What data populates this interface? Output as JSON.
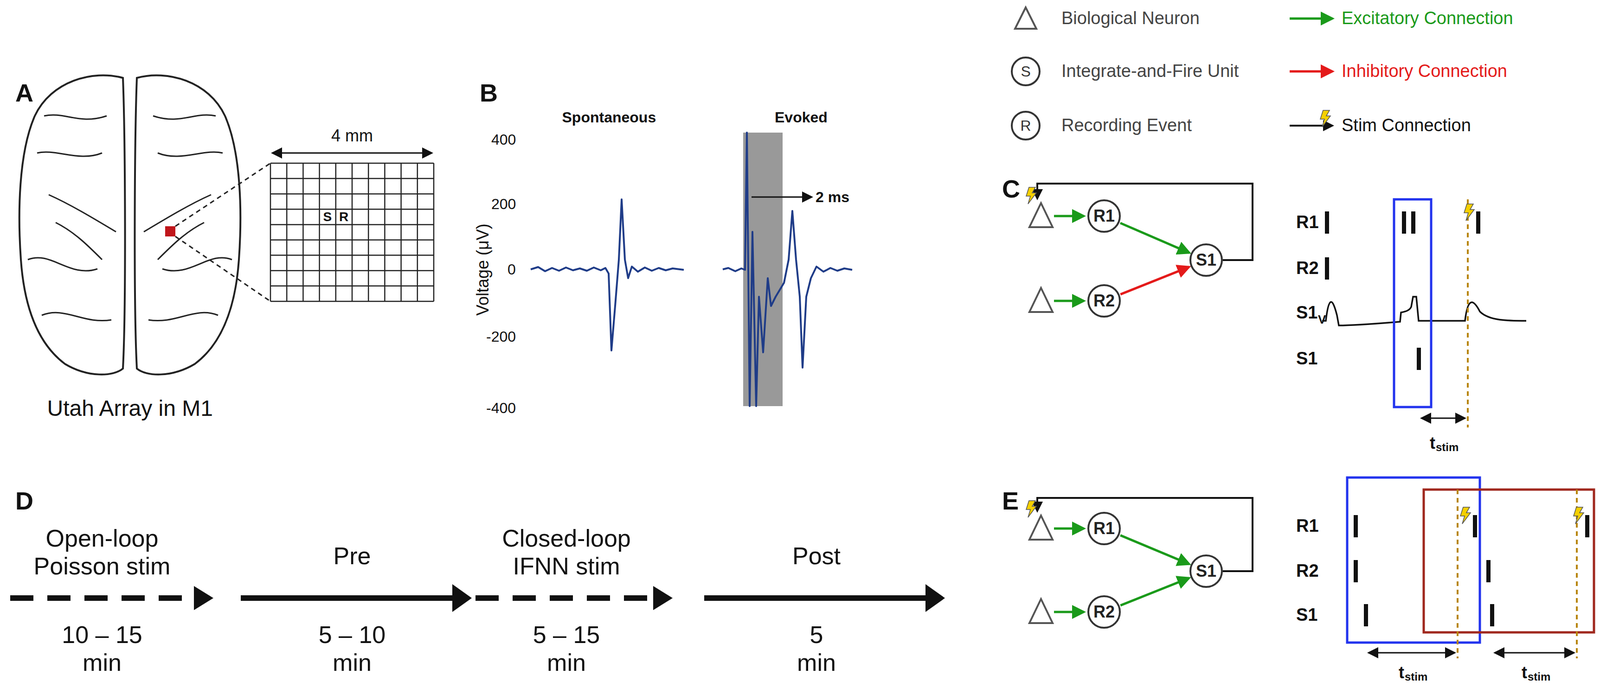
{
  "diagram": {
    "nodes": [
      {
        "text": [
          "R1"
        ]
      },
      {
        "text": [
          "R2"
        ]
      },
      {
        "text": [
          "S1"
        ]
      },
      {
        "text": [
          "R1"
        ]
      },
      {
        "text": [
          "R2"
        ]
      },
      {
        "text": [
          "S1"
        ]
      }
    ],
    "edges": [
      {
        "from": 0,
        "to": 2,
        "arrow": "to"
      },
      {
        "from": 1,
        "to": 2,
        "arrow": "to"
      },
      {
        "from": 3,
        "to": 5,
        "arrow": "to"
      },
      {
        "from": 4,
        "to": 5,
        "arrow": "to"
      }
    ],
    "labels": [
      "A",
      "B",
      "C",
      "D",
      "E",
      "4 mm",
      "S",
      "R",
      "Utah Array in M1",
      "Spontaneous",
      "Evoked",
      "400",
      "200",
      "0",
      "-200",
      "-400",
      "Voltage (μV)",
      "2 ms",
      "S",
      "R",
      "R1",
      "R2",
      "S1",
      "V",
      "S1",
      "t",
      "stim",
      "R1",
      "R2",
      "S1",
      "t",
      "stim",
      "t",
      "stim",
      "Open-loop Poisson stim",
      "10 – 15 min",
      "Pre",
      "5 – 10 min",
      "Closed-loop IFNN stim",
      "5 – 15 min",
      "Post",
      "5 min"
    ],
    "legend": [
      {
        "text": "Biological Neuron"
      },
      {
        "text": "Excitatory Connection"
      },
      {
        "text": "Integrate-and-Fire Unit"
      },
      {
        "text": "Inhibitory Connection"
      },
      {
        "text": "Recording Event"
      },
      {
        "text": "Stim Connection"
      }
    ]
  }
}
